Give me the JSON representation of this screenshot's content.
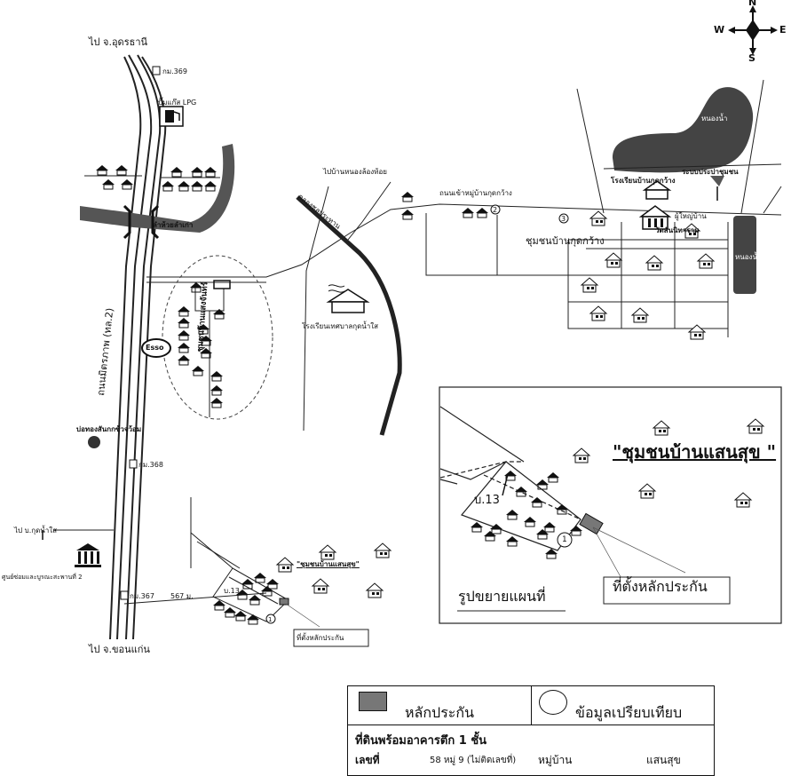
{
  "compass": {
    "n": "N",
    "s": "S",
    "e": "E",
    "w": "W"
  },
  "labels": {
    "to_udon": "ไป จ.อุดรธานี",
    "km369": "กม.369",
    "lpg": "ปั๊มแก๊ส LPG",
    "canal": "ลำห้วยลำเก่า",
    "highway": "ถนนมิตรภาพ (ทล.2)",
    "esso": "Esso",
    "pond_fish": "บ่อทองสันกกซ้วจว้อม",
    "km368": "กม.368",
    "to_ban": "ไป บ.กุดน้ำใส",
    "center": "ศูนย์ซ่อมและบูรณะสะพานที่ 2",
    "km367": "กม.367",
    "dist567": "567 ม.",
    "to_khonkaen": "ไป จ.ขอนแก่น",
    "to_nong": "ไปบ้านหนองล้องท้อย",
    "irrigation": "คลองชลประทาน",
    "school_kudnam": "โรงเรียนเทศบาลกุดน้ำใส",
    "community_saengchan": "ชุมชนบ้านแสงจันทร์",
    "road_kudkwang": "ถนนเข้าหมู่บ้านกุดกว้าง",
    "school_kudkwang": "โรงเรียนบ้านกุดกว้าง",
    "water_supply": "ระบบประปาชุมชน",
    "pond": "หนองน้ำ",
    "temple": "วัดสันนิทาราม",
    "village_head": "ผู้ใหญ่บ้าน",
    "community_kudkwang": "ชุมชนบ้านกุดกว้าง",
    "pond2": "หนองน้ำ",
    "marker2": "2",
    "marker3": "3",
    "community_saensuk_small": "\"ชุมชนบ้านแสนสุข\"",
    "moo13_small": "บ.13",
    "collateral_small": "ที่ตั้งหลักประกัน",
    "marker1_small": "1"
  },
  "inset": {
    "community": "\"ชุมชนบ้านแสนสุข \"",
    "moo13": "บ.13",
    "marker1": "1",
    "collateral": "ที่ตั้งหลักประกัน",
    "caption": "รูปขยายแผนที่"
  },
  "legend": {
    "collateral": "หลักประกัน",
    "comparison": "ข้อมูลเปรียบเทียบ",
    "property_type": "ที่ดินพร้อมอาคารตึก  1  ชั้น",
    "number_label": "เลขที่",
    "number_value": "58 หมู่ 9 (ไม่ติดเลขที่)",
    "village_label": "หมู่บ้าน",
    "village_value": "แสนสุข"
  },
  "colors": {
    "line": "#222222",
    "water": "#555555",
    "fill_gray": "#777777",
    "bg": "#ffffff"
  }
}
